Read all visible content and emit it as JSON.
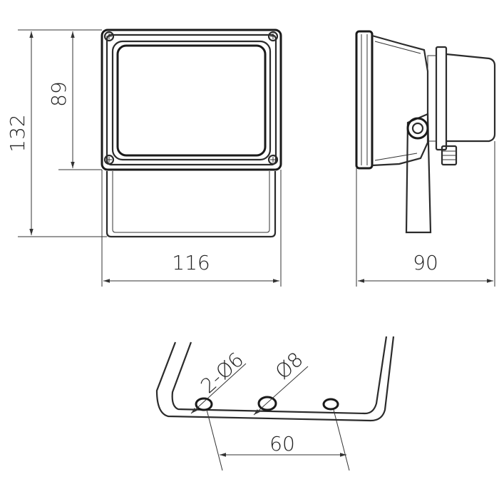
{
  "dimensions": {
    "overall_height": "132",
    "frame_height": "89",
    "width": "116",
    "depth": "90",
    "mount_holes": "2-Ø6",
    "center_hole": "Ø8",
    "hole_spacing": "60"
  },
  "colors": {
    "line": "#2b2b2b",
    "dim_line": "#333333",
    "background": "#ffffff"
  }
}
